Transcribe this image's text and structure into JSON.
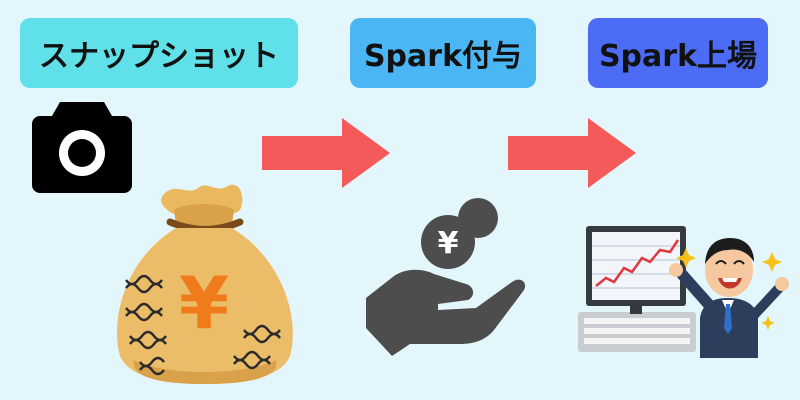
{
  "steps": [
    {
      "label": "スナップショット",
      "color": "#60e0e8"
    },
    {
      "label": "Spark付与",
      "color": "#4bb6f4"
    },
    {
      "label": "Spark上場",
      "color": "#4d6cf6"
    }
  ],
  "illustrations": {
    "camera": "camera-icon",
    "money_bag": "yen-money-bag",
    "coin_hand": "hand-receiving-yen-coin-icon",
    "trader": "happy-businessman-with-stock-chart"
  },
  "money_bag_symbol": "¥",
  "coin_symbol": "¥",
  "arrow_color": "#f45a5a"
}
